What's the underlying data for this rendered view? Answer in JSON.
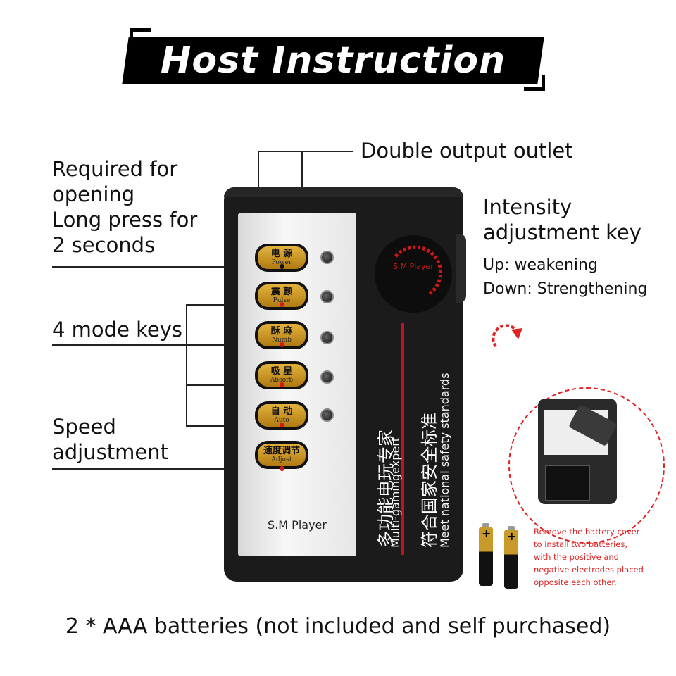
{
  "title": "Host Instruction",
  "labels": {
    "double_output": "Double output outlet",
    "required_lines": [
      "Required for",
      "opening",
      "Long press for",
      "2 seconds"
    ],
    "mode_keys": "4 mode keys",
    "speed_lines": [
      "Speed",
      "adjustment"
    ],
    "intensity_lines": [
      "Intensity",
      "adjustment key"
    ],
    "up": "Up: weakening",
    "down": "Down: Strengthening"
  },
  "device": {
    "keys": [
      {
        "cn": "电 源",
        "en": "Power"
      },
      {
        "cn": "震 颤",
        "en": "Pulse"
      },
      {
        "cn": "酥 麻",
        "en": "Numb"
      },
      {
        "cn": "吸 星",
        "en": "Absorb"
      },
      {
        "cn": "自 动",
        "en": "Auto"
      },
      {
        "cn": "速度调节",
        "en": "Adjust"
      }
    ],
    "panel_brand": "S.M Player",
    "knob_label": "S.M Player",
    "vertical_text_1_cn": "多功能电玩专家",
    "vertical_text_1_en": "Multi-gamingexpert",
    "vertical_text_2_cn": "符合国家安全标准",
    "vertical_text_2_en": "Meet national safety standards"
  },
  "battery_note": [
    "Remove the battery cover",
    "to install two batteries,",
    "with the positive and",
    "negative electrodes placed",
    "opposite each other."
  ],
  "battery_icon": "+",
  "footer": "2 * AAA batteries (not included and self purchased)",
  "colors": {
    "accent_red": "#e02424",
    "key_gold": "#d4a02a",
    "device_body": "#1b1b1b"
  },
  "icons": [
    "rotate-clockwise-icon",
    "battery-icon"
  ]
}
